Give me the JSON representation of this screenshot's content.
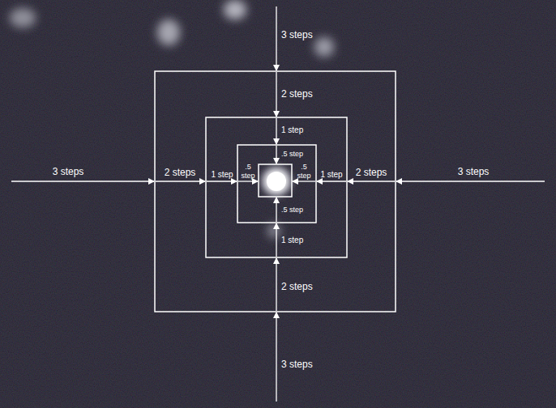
{
  "diagram": {
    "labels": [
      "3 steps",
      "2 steps",
      "1 step",
      ".5 step",
      "3 steps",
      "2 steps",
      "1 step",
      ".5 step",
      ".5 step",
      "1 step",
      "2 steps",
      "3 steps",
      ".5 step",
      "1 step",
      "2 steps",
      "3 steps"
    ]
  }
}
